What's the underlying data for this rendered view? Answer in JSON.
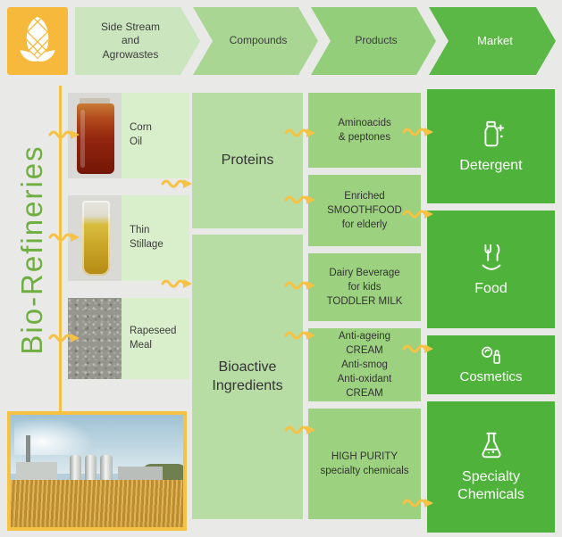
{
  "title": "Bio-Refineries",
  "colors": {
    "background": "#E9E9E7",
    "corn_yellow": "#F6B93B",
    "arrow_yellow": "#F6C244",
    "stage_side_stream": "#CBE5BF",
    "stage_compounds": "#A9D693",
    "stage_products": "#93CE7B",
    "stage_market": "#5BB847",
    "compound_box": "#B7DDA5",
    "product_box": "#9CD17F",
    "market_box": "#4FB23A",
    "feedstock_label_box": "#D9EECB",
    "title_green": "#6FAE41"
  },
  "header": {
    "logo_icon": "corn-icon",
    "stages": [
      {
        "label": "Side Stream\nand\nAgrowastes"
      },
      {
        "label": "Compounds"
      },
      {
        "label": "Products"
      },
      {
        "label": "Market"
      }
    ]
  },
  "side_stream": {
    "items": [
      {
        "label": "Corn\nOil",
        "image": "corn-oil-jar-photo"
      },
      {
        "label": "Thin\nStillage",
        "image": "thin-stillage-glass-photo"
      },
      {
        "label": "Rapeseed\nMeal",
        "image": "rapeseed-meal-photo"
      }
    ]
  },
  "compounds": {
    "items": [
      {
        "label": "Proteins"
      },
      {
        "label": "Bioactive Ingredients"
      }
    ]
  },
  "products": {
    "items": [
      {
        "label": "Aminoacids\n& peptones"
      },
      {
        "label": "Enriched\nSMOOTHFOOD\nfor elderly"
      },
      {
        "label": "Dairy Beverage\nfor kids\nTODDLER MILK"
      },
      {
        "label": "Anti-ageing\nCREAM\nAnti-smog\nAnti-oxidant\nCREAM"
      },
      {
        "label": "HIGH PURITY\nspecialty chemicals"
      }
    ]
  },
  "market": {
    "items": [
      {
        "label": "Detergent",
        "icon": "detergent-bottle-icon"
      },
      {
        "label": "Food",
        "icon": "food-dish-icon"
      },
      {
        "label": "Cosmetics",
        "icon": "cosmetics-icon"
      },
      {
        "label": "Specialty\nChemicals",
        "icon": "chemistry-flask-icon"
      }
    ]
  },
  "footer_photo": {
    "image": "biorefinery-plant-field-photo"
  }
}
